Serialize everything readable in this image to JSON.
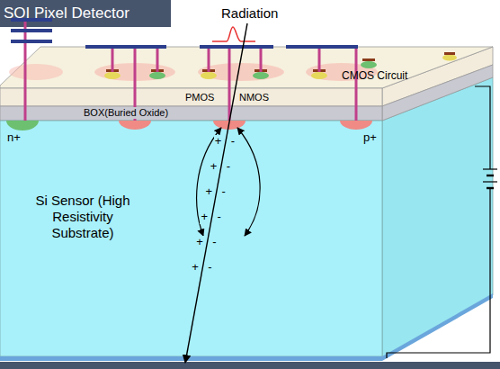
{
  "diagram": {
    "title": "SOI Pixel Detector",
    "nodes": [
      {
        "text": [
          "Si Sensor (High Resistivity Substrate)"
        ]
      }
    ],
    "labels": [
      "Radiation",
      "CMOS Circuit",
      "PMOS",
      "NMOS",
      "BOX(Buried Oxide)",
      "n+",
      "p+",
      "+",
      "-",
      "+",
      "-",
      "+",
      "-",
      "+",
      "-",
      "+",
      "-",
      "+",
      "-"
    ]
  }
}
